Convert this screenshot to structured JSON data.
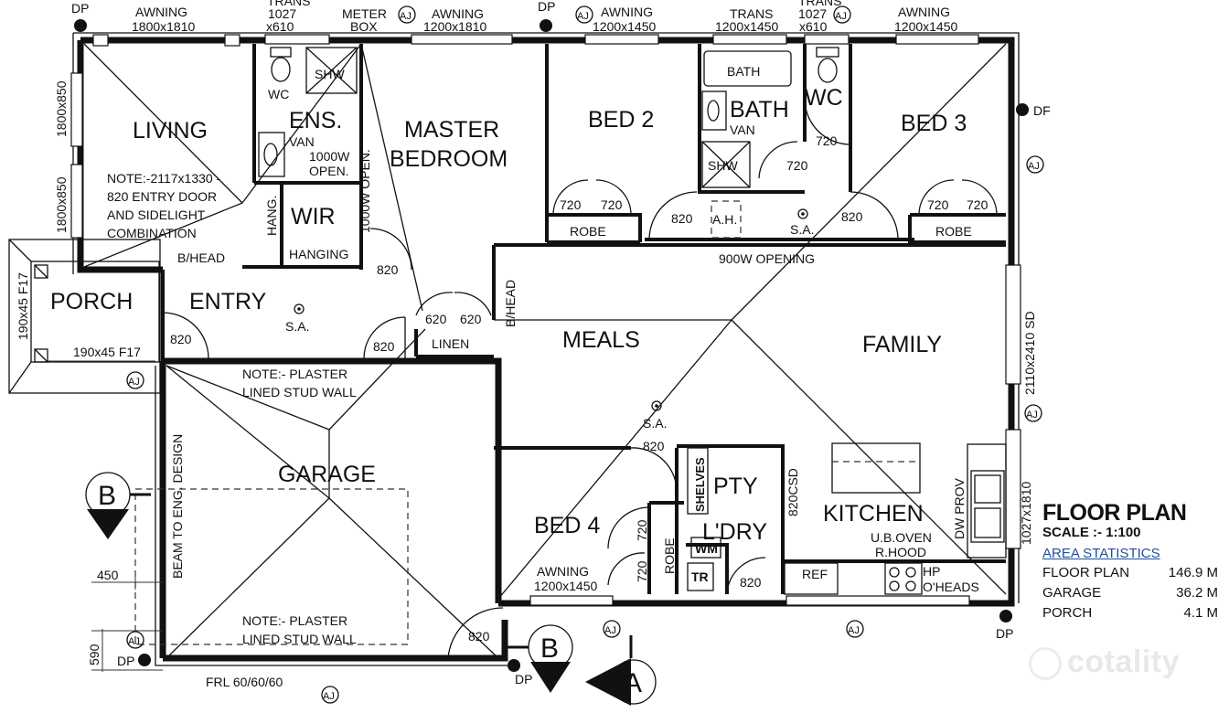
{
  "legend": {
    "title": "FLOOR PLAN",
    "scale": "SCALE :- 1:100",
    "subtitle": "AREA STATISTICS",
    "rows": [
      {
        "name": "FLOOR PLAN",
        "value": "146.9 M"
      },
      {
        "name": "GARAGE",
        "value": "36.2 M"
      },
      {
        "name": "PORCH",
        "value": "4.1 M"
      }
    ]
  },
  "watermark": "cotality",
  "rooms": {
    "living": "LIVING",
    "ens": "ENS.",
    "master_1": "MASTER",
    "master_2": "BEDROOM",
    "bed2": "BED 2",
    "bath": "BATH",
    "wc_right": "WC",
    "bed3": "BED 3",
    "wir": "WIR",
    "porch": "PORCH",
    "entry": "ENTRY",
    "meals": "MEALS",
    "family": "FAMILY",
    "garage": "GARAGE",
    "pty": "PTY",
    "ldry": "L'DRY",
    "kitchen": "KITCHEN",
    "bed4": "BED 4"
  },
  "labels": {
    "dp": "DP",
    "df": "DF",
    "aj": "AJ",
    "awning_1": "AWNING",
    "awning_1_size": "1800x1810",
    "trans_1": "TRANS",
    "trans_1_a": "1027",
    "trans_1_b": "x610",
    "meter_1": "METER",
    "meter_2": "BOX",
    "awning_2": "AWNING",
    "awning_2_size": "1200x1810",
    "awning_3": "AWNING",
    "awning_3_size": "1200x1450",
    "trans_2": "TRANS",
    "trans_2_size": "1200x1450",
    "trans_3": "TRANS",
    "trans_3_a": "1027",
    "trans_3_b": "x610",
    "awning_4": "AWNING",
    "awning_4_size": "1200x1450",
    "wc": "WC",
    "shw": "SHW",
    "van": "VAN",
    "bath_tub": "BATH",
    "opening_1000": "1000W",
    "open": "OPEN.",
    "note_door_1": "NOTE:-2117x1330 -",
    "note_door_2": "820 ENTRY DOOR",
    "note_door_3": "AND SIDELIGHT",
    "note_door_4": "COMBINATION",
    "bhead": "B/HEAD",
    "hang": "HANG.",
    "hanging": "HANGING",
    "opening_v": "1000W OPEN.",
    "d720": "720",
    "d820": "820",
    "d620": "620",
    "robe": "ROBE",
    "ah": "A.H.",
    "sa": "S.A.",
    "opening_900": "900W OPENING",
    "linen": "LINEN",
    "bhead_v": "B/HEAD",
    "post": "190x45 F17",
    "note_plaster_1": "NOTE:- PLASTER",
    "note_plaster_2": "LINED STUD WALL",
    "beam": "BEAM TO ENG. DESIGN",
    "dim_450": "450",
    "dim_590": "590",
    "frl": "FRL 60/60/60",
    "section_b": "B",
    "section_a": "A",
    "shelves": "SHELVES",
    "wm": "WM",
    "tr": "TR",
    "csd": "820CSD",
    "ref": "REF",
    "ub_oven": "U.B.OVEN",
    "rhood": "R.HOOD",
    "hp": "HP",
    "oheads": "O'HEADS",
    "dw_prov": "DW PROV",
    "sd": "2110x2410 SD",
    "win_1810": "1027x1810",
    "win_850": "1800x850",
    "awning_bed4": "AWNING",
    "awning_bed4_size": "1200x1450"
  }
}
